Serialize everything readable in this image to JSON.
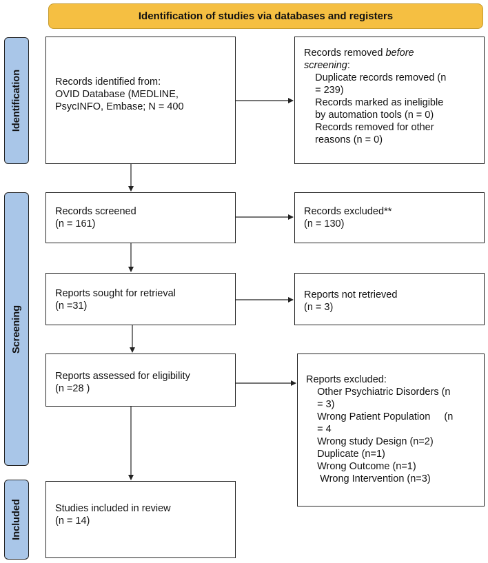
{
  "banner": "Identification of studies via databases and registers",
  "phases": {
    "identification": "Identification",
    "screening": "Screening",
    "included": "Included"
  },
  "boxes": {
    "records_identified": "Records identified from:\nOVID Database (MEDLINE,\nPsycINFO, Embase; N = 400",
    "records_removed": {
      "title_pre": "Records removed ",
      "title_em": "before",
      "title_em2": "screening",
      "title_post": ":",
      "items": "    Duplicate records removed (n\n    = 239)\n    Records marked as ineligible\n    by automation tools (n = 0)\n    Records removed for other\n    reasons (n = 0)"
    },
    "records_screened": "Records screened\n(n = 161)",
    "records_excluded": "Records excluded**\n(n = 130)",
    "reports_sought": "Reports sought for retrieval\n(n =31)",
    "reports_not_retrieved": "Reports not retrieved\n(n = 3)",
    "reports_assessed": "Reports assessed for eligibility\n(n =28 )",
    "reports_excluded": {
      "title": "Reports excluded:",
      "items": "    Other Psychiatric Disorders (n\n    = 3)\n    Wrong Patient Population     (n\n    = 4\n    Wrong study Design (n=2)\n    Duplicate (n=1)\n    Wrong Outcome (n=1)\n     Wrong Intervention (n=3)"
    },
    "studies_included": "Studies included in review\n(n = 14)"
  }
}
